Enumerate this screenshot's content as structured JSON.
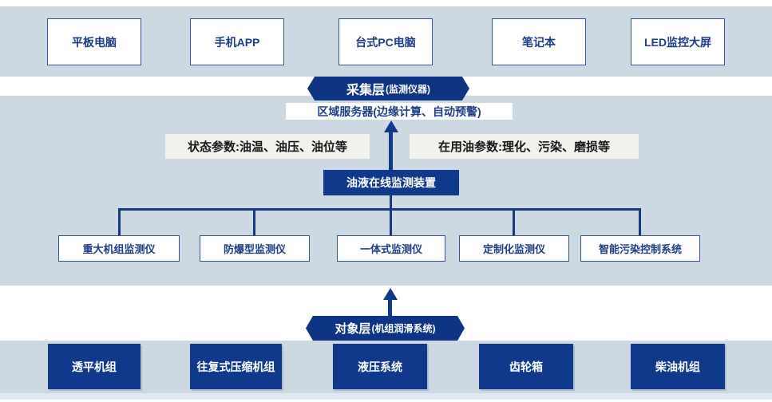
{
  "diagram": {
    "terminals": [
      "平板电脑",
      "手机APP",
      "台式PC电脑",
      "笔记本",
      "LED监控大屏"
    ],
    "collection_layer": {
      "title": "采集层",
      "subtitle": "(监测仪器)"
    },
    "server_label": "区域服务器(边缘计算、自动预警)",
    "status_params_label": "状态参数:油温、油压、油位等",
    "oil_params_label": "在用油参数:理化、污染、磨损等",
    "device_label": "油液在线监测装置",
    "monitors": [
      "重大机组监测仪",
      "防爆型监测仪",
      "一体式监测仪",
      "定制化监测仪",
      "智能污染控制系统"
    ],
    "object_layer": {
      "title": "对象层",
      "subtitle": "(机组润滑系统)"
    },
    "equipment": [
      "透平机组",
      "往复式压缩机组",
      "液压系统",
      "齿轮箱",
      "柴油机组"
    ],
    "colors": {
      "dark_blue": "#0f3a8c",
      "hexagon_blue": "#0d3584",
      "band_blue": "#cdd9e2",
      "box_border_blue": "#32538f",
      "navy_text": "#1e3d87",
      "label_bg": "#f2f1ee"
    }
  }
}
